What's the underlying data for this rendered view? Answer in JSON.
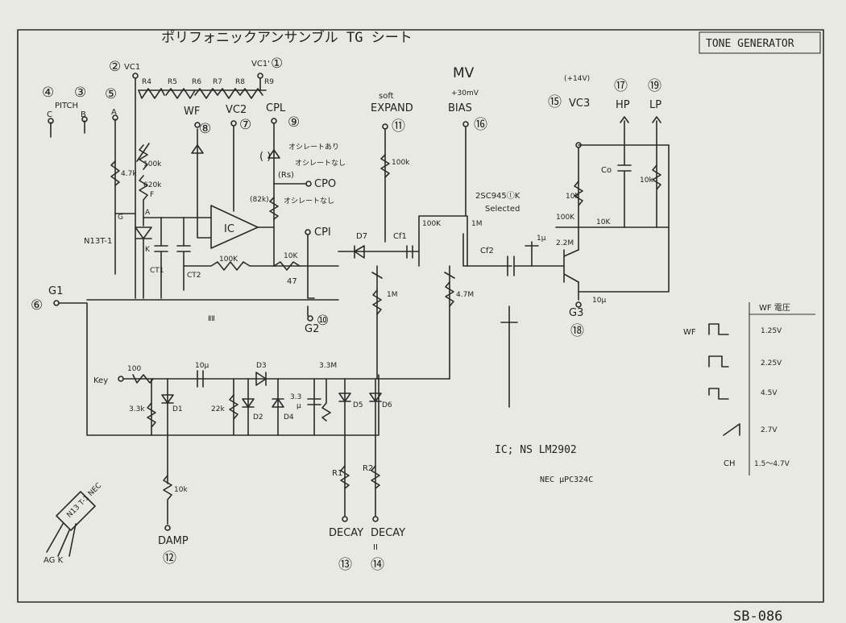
{
  "header": {
    "title": "ポリフォニックアンサンブル TG シート",
    "box_label": "TONE GENERATOR"
  },
  "footer": {
    "sheet_no": "SB-086"
  },
  "terminals": [
    {
      "num": "④",
      "label": "C"
    },
    {
      "num": "③",
      "label": "B"
    },
    {
      "num": "⑤",
      "label": "A"
    },
    {
      "num": "②",
      "label": "VC1"
    },
    {
      "num": "①",
      "label": "VC1'"
    },
    {
      "num": "⑧",
      "label": "WF"
    },
    {
      "num": "⑦",
      "label": "VC2"
    },
    {
      "num": "⑨",
      "label": "CPL"
    },
    {
      "num": "⑪",
      "label": "EXPAND"
    },
    {
      "num": "⑯",
      "label": "BIAS"
    },
    {
      "num": "⑮",
      "label": "VC3"
    },
    {
      "num": "⑰",
      "label": "HP"
    },
    {
      "num": "⑲",
      "label": "LP"
    },
    {
      "num": "⑥",
      "label": "G1"
    },
    {
      "num": "⑩",
      "label": "G2"
    },
    {
      "num": "⑱",
      "label": "G3"
    },
    {
      "num": "⑫",
      "label": "DAMP"
    },
    {
      "num": "⑬",
      "label": "DECAY"
    },
    {
      "num": "⑭",
      "label": "DECAY"
    }
  ],
  "labels": {
    "pitch": "PITCH",
    "soft": "soft",
    "mv": "MV",
    "bias_v": "+30mV",
    "vc3_v": "(+14V)",
    "cpo": "CPO",
    "cpi": "CPI",
    "ic": "IC",
    "n13t": "N13T-1",
    "osc1": "オシレートあり",
    "osc2": "オシレートなし",
    "osc3": "オシレートなし",
    "paren": "( )",
    "rs": "(Rs)",
    "r82k": "(82k)",
    "tr": "2SC945ⓛK",
    "selected": "Selected",
    "key": "Key",
    "r1": "R1",
    "r2": "R2",
    "dec2": "II",
    "res": [
      "R4",
      "R5",
      "R6",
      "R7",
      "R8",
      "R9"
    ],
    "values": {
      "r100k_a": "100k",
      "r620k": "620k",
      "f": "F",
      "r4_7k": "4.7k",
      "r100k_b": "100K",
      "r100k_c": "100k",
      "r10k_a": "10K",
      "r47": "47",
      "r1m_a": "1M",
      "r4_7m": "4.7M",
      "r100k_d": "100K",
      "r1m_b": "1M",
      "r100k_e": "100K",
      "r2_2m": "2.2M",
      "r10k_b": "10K",
      "r10k_c": "10k",
      "r10k_d": "10k",
      "c1u": "1μ",
      "c10u_a": "10μ",
      "c10u_b": "10μ",
      "r100": "100",
      "r3_3k": "3.3k",
      "r22k": "22k",
      "c3_3": "3.3",
      "c3_3u": "μ",
      "r3_3m": "3.3M",
      "r10k_e": "10k"
    },
    "parts": {
      "d1": "D1",
      "d2": "D2",
      "d3": "D3",
      "d4": "D4",
      "d5": "D5",
      "d6": "D6",
      "d7": "D7",
      "ct1": "CT1",
      "ct2": "CT2",
      "cf1": "Cf1",
      "cf2": "Cf2",
      "co": "Co",
      "a": "A",
      "g": "G",
      "k": "K",
      "gnd": "ⅡⅡ"
    }
  },
  "ic_notes": {
    "line1": "IC;  NS   LM2902",
    "line2": "NEC  μPC324C"
  },
  "wf_table": {
    "header": "WF 電圧",
    "row_label_wf": "WF",
    "row_label_ch": "CH",
    "values": [
      "1.25V",
      "2.25V",
      "4.5V",
      "2.7V",
      "1.5～4.7V"
    ]
  },
  "pinout": {
    "label": "AG K",
    "chip": "N13 T-1 NEC"
  }
}
